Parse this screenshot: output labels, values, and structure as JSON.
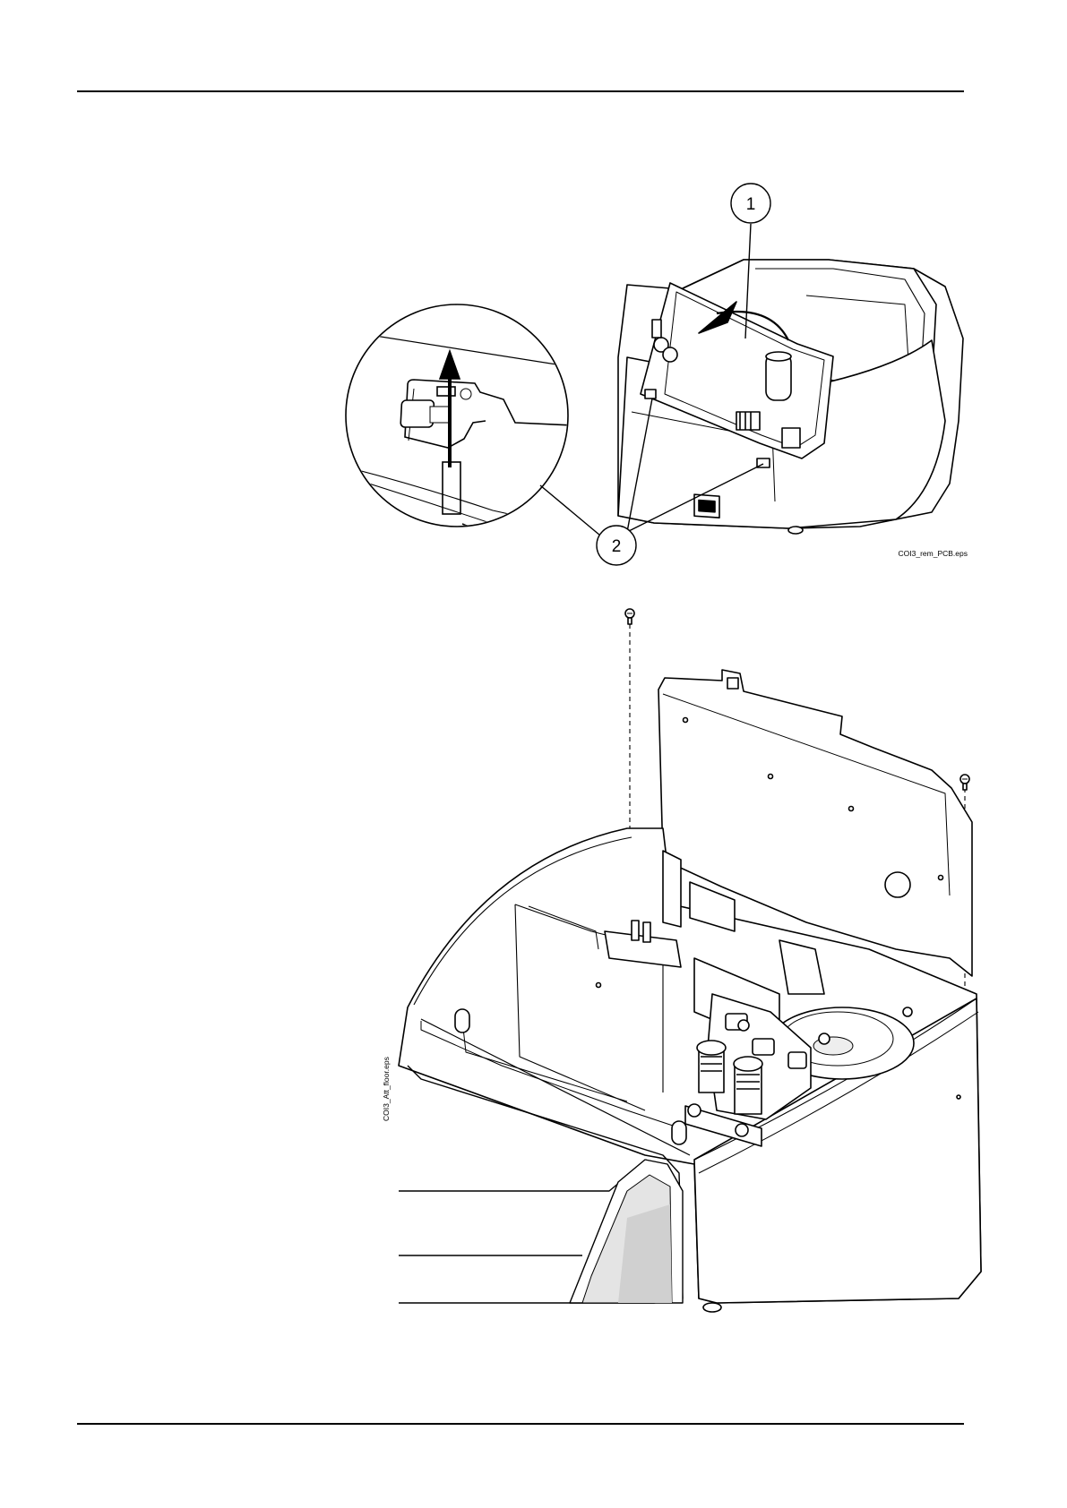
{
  "figure_top": {
    "callouts": [
      {
        "id": "1",
        "label": "1"
      },
      {
        "id": "2",
        "label": "2"
      }
    ],
    "filename": "COI3_rem_PCB.eps"
  },
  "figure_bottom": {
    "filename": "COI3_Att_floor.eps"
  }
}
